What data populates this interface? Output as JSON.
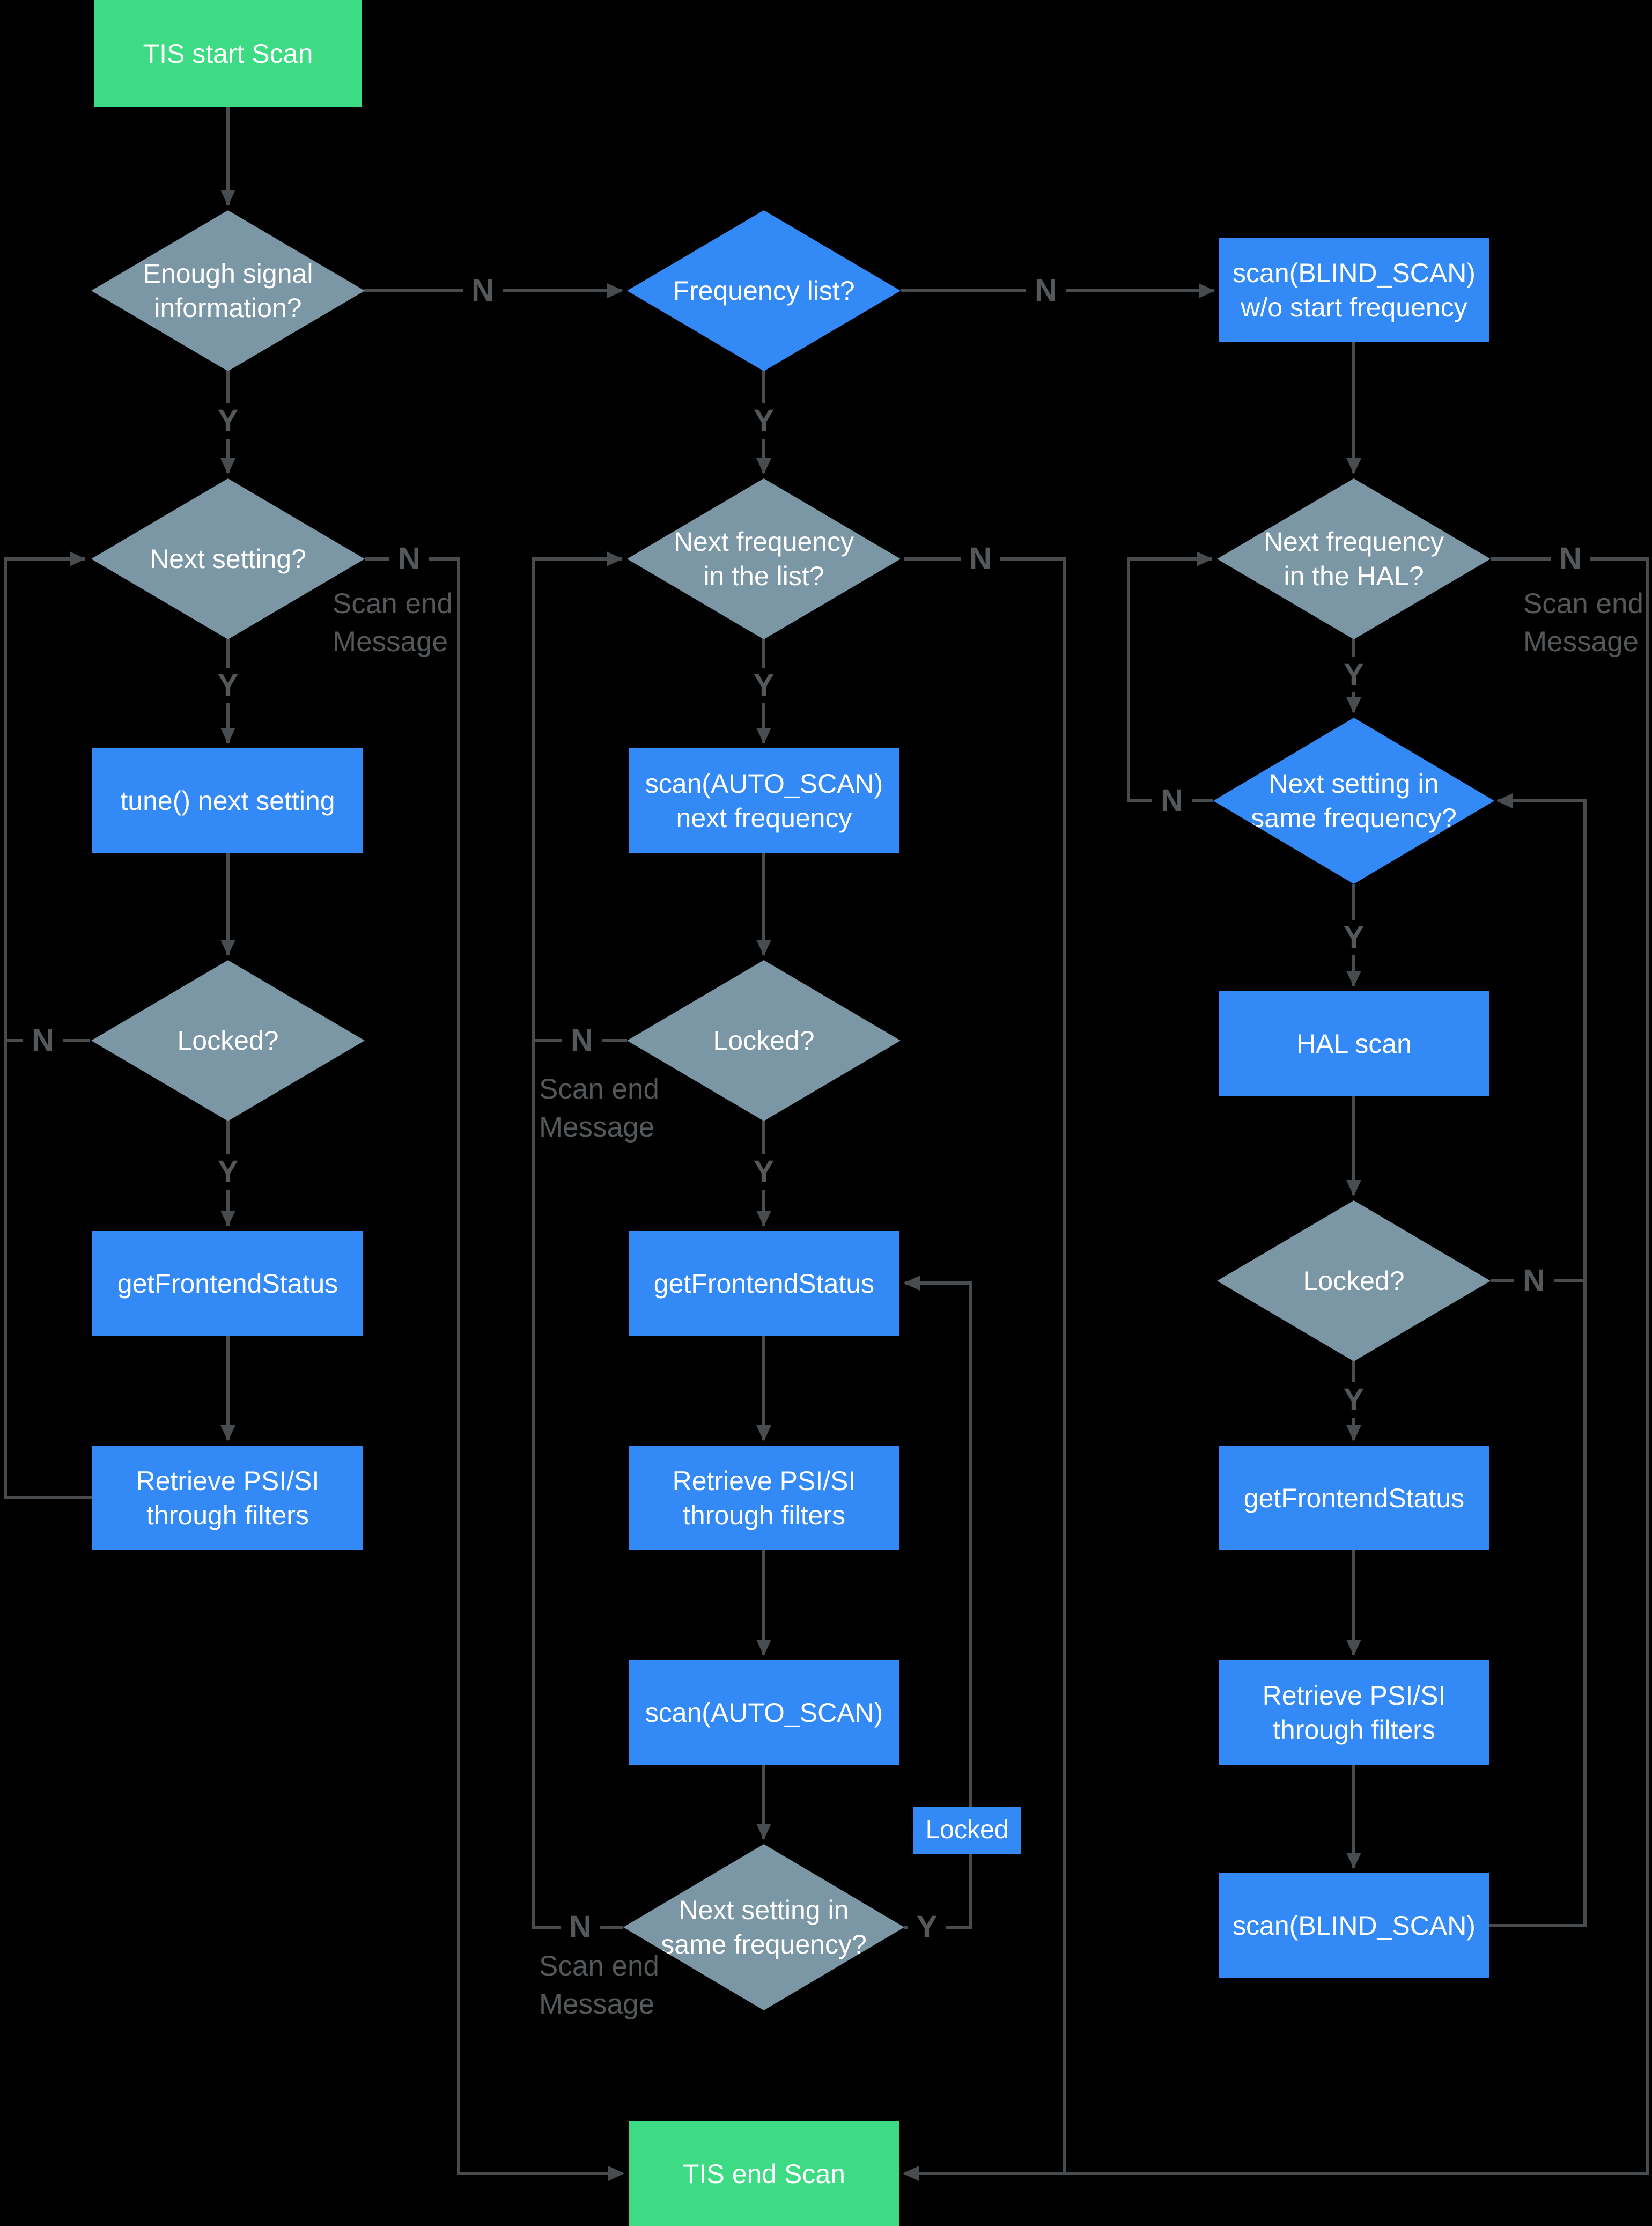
{
  "page": {
    "background": "#000000"
  },
  "colors": {
    "terminal_green": "#3ddc84",
    "process_blue": "#3389f5",
    "decision_slate": "#7b96a4",
    "decision_blue": "#3389f5",
    "connector_gray": "#494c4e",
    "label_gray": "#55585a",
    "node_text": "#ffffff"
  },
  "nodes": {
    "tis_start": {
      "label": "TIS start Scan"
    },
    "enough_signal": {
      "label": "Enough signal information?"
    },
    "frequency_list": {
      "label": "Frequency list?"
    },
    "scan_blind_wo_start": {
      "label": "scan(BLIND_SCAN) w/o start frequency"
    },
    "next_setting": {
      "label": "Next setting?"
    },
    "next_freq_in_list": {
      "label": "Next frequency in the list?"
    },
    "next_freq_in_hal": {
      "label": "Next frequency in the HAL?"
    },
    "tune_next_setting": {
      "label": "tune() next setting"
    },
    "scan_auto_next_freq": {
      "label": "scan(AUTO_SCAN) next frequency"
    },
    "next_setting_same_freq_hal": {
      "label": "Next setting in same frequency?"
    },
    "locked_q1": {
      "label": "Locked?"
    },
    "locked_q2": {
      "label": "Locked?"
    },
    "locked_q3": {
      "label": "Locked?"
    },
    "hal_scan": {
      "label": "HAL scan"
    },
    "get_frontend_status_1": {
      "label": "getFrontendStatus"
    },
    "get_frontend_status_2": {
      "label": "getFrontendStatus"
    },
    "get_frontend_status_3": {
      "label": "getFrontendStatus"
    },
    "retrieve_psi_si_1": {
      "label": "Retrieve PSI/SI through filters"
    },
    "retrieve_psi_si_2": {
      "label": "Retrieve PSI/SI through filters"
    },
    "retrieve_psi_si_3": {
      "label": "Retrieve PSI/SI through filters"
    },
    "scan_auto": {
      "label": "scan(AUTO_SCAN)"
    },
    "locked_tag": {
      "label": "Locked"
    },
    "next_setting_same_freq_list": {
      "label": "Next setting in same frequency?"
    },
    "scan_blind": {
      "label": "scan(BLIND_SCAN)"
    },
    "tis_end": {
      "label": "TIS end Scan"
    }
  },
  "edge_labels": {
    "yes": "Y",
    "no": "N"
  },
  "annotations": {
    "scan_end_message": "Scan end Message"
  }
}
